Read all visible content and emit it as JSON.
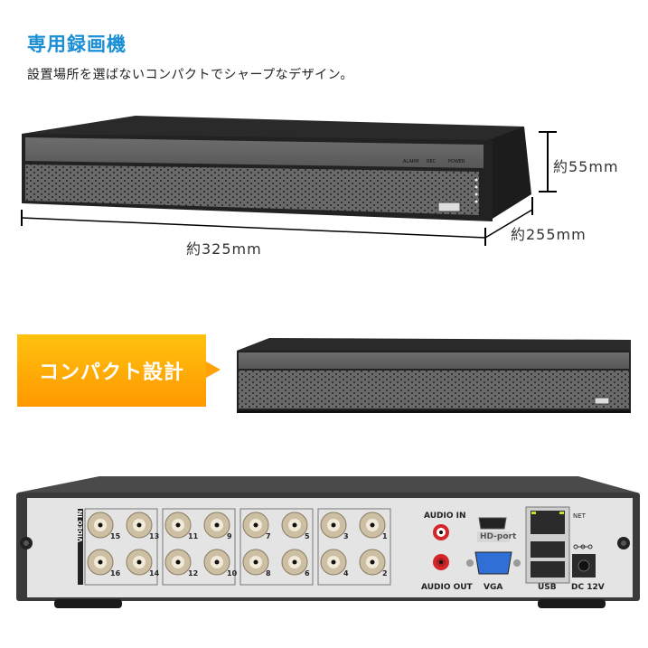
{
  "header": {
    "title": "専用録画機",
    "subtitle": "設置場所を選ばないコンパクトでシャープなデザイン。"
  },
  "dimensions": {
    "width": "約325mm",
    "height": "約55mm",
    "depth": "約255mm"
  },
  "front_panel": {
    "indicators": [
      "ALARM",
      "REC",
      "POWER"
    ]
  },
  "banner": {
    "label": "コンパクト設計",
    "color_top": "#ffc20e",
    "color_bottom": "#ff9800"
  },
  "back_panel": {
    "video_in_label": "VIDEO IN",
    "bnc_numbers": [
      "15",
      "13",
      "11",
      "9",
      "7",
      "5",
      "3",
      "1",
      "16",
      "14",
      "12",
      "10",
      "8",
      "6",
      "4",
      "2"
    ],
    "audio_in": "AUDIO IN",
    "audio_out": "AUDIO OUT",
    "hd_port": "HD-port",
    "vga": "VGA",
    "net": "NET",
    "usb": "USB",
    "dc": "DC 12V"
  },
  "colors": {
    "title_blue": "#1a8fd6",
    "vga_blue": "#2f6fd6",
    "rca_red": "#d3262b"
  }
}
